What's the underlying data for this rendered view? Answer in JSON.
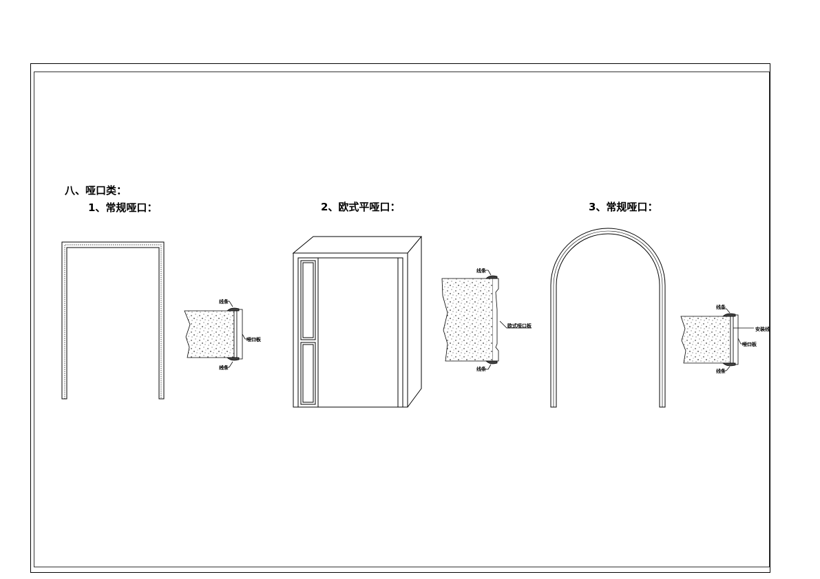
{
  "section_title": "八、哑口类：",
  "items": [
    {
      "title": "1、常规哑口：",
      "labels": {
        "top": "线条",
        "side": "哑口板",
        "bottom": "线条"
      }
    },
    {
      "title": "2、欧式平哑口：",
      "labels": {
        "top": "线条",
        "side": "欧式哑口板",
        "bottom": "线条"
      }
    },
    {
      "title": "3、常规哑口：",
      "labels": {
        "top": "线条",
        "side": "哑口板",
        "extra": "安装线",
        "bottom": "线条"
      }
    }
  ]
}
